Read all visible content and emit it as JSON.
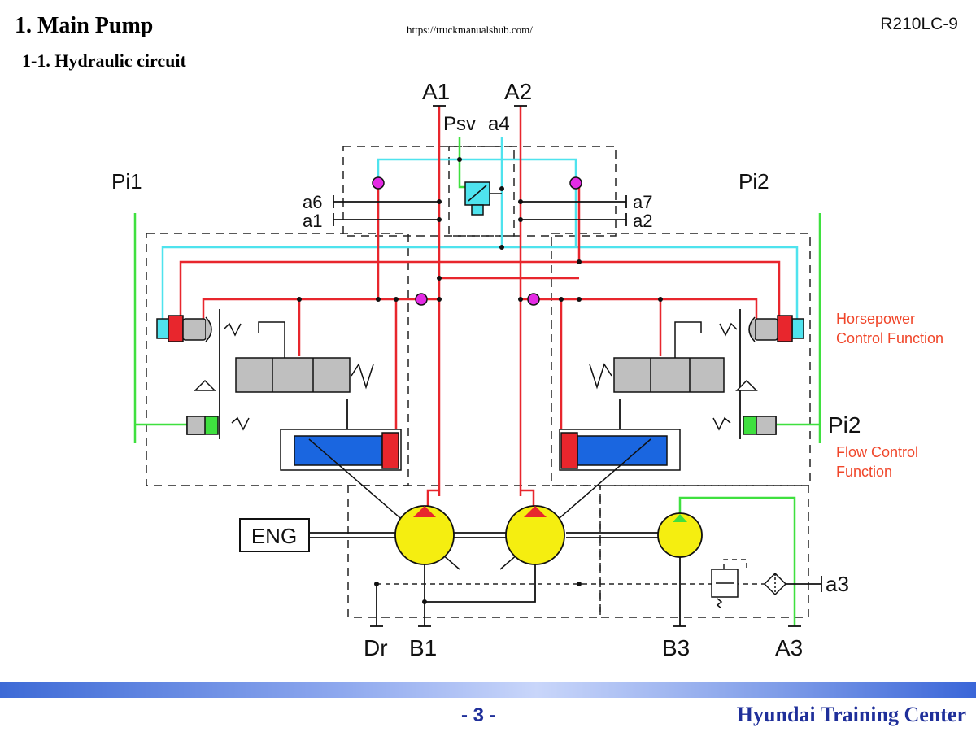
{
  "header": {
    "section_title": "1. Main Pump",
    "subsection_title": "1-1. Hydraulic circuit",
    "source_url": "https://truckmanualshub.com/",
    "model_code": "R210LC-9"
  },
  "diagram": {
    "ports": {
      "A1": "A1",
      "A2": "A2",
      "Psv": "Psv",
      "a4": "a4",
      "a6": "a6",
      "a1": "a1",
      "a7": "a7",
      "a2": "a2",
      "Pi1": "Pi1",
      "Pi2_top": "Pi2",
      "Pi2_side": "Pi2",
      "a3": "a3",
      "Dr": "Dr",
      "B1": "B1",
      "B3": "B3",
      "A3": "A3"
    },
    "engine_label": "ENG",
    "annotations": {
      "horsepower_line1": "Horsepower",
      "horsepower_line2": "Control Function",
      "flow_line1": "Flow Control",
      "flow_line2": "Function"
    },
    "colors": {
      "pressure_line": "#e8262d",
      "pilot_line": "#4fe3ee",
      "pilot_green": "#3fe03f",
      "pump_fill": "#f5ee10",
      "cylinder_blue": "#1a66e0",
      "valve_gray": "#bfbfbf",
      "shuttle_magenta": "#e42be4",
      "annotation_orange": "#f0462a"
    }
  },
  "footer": {
    "page_number": "- 3 -",
    "training_center": "Hyundai Training Center"
  }
}
